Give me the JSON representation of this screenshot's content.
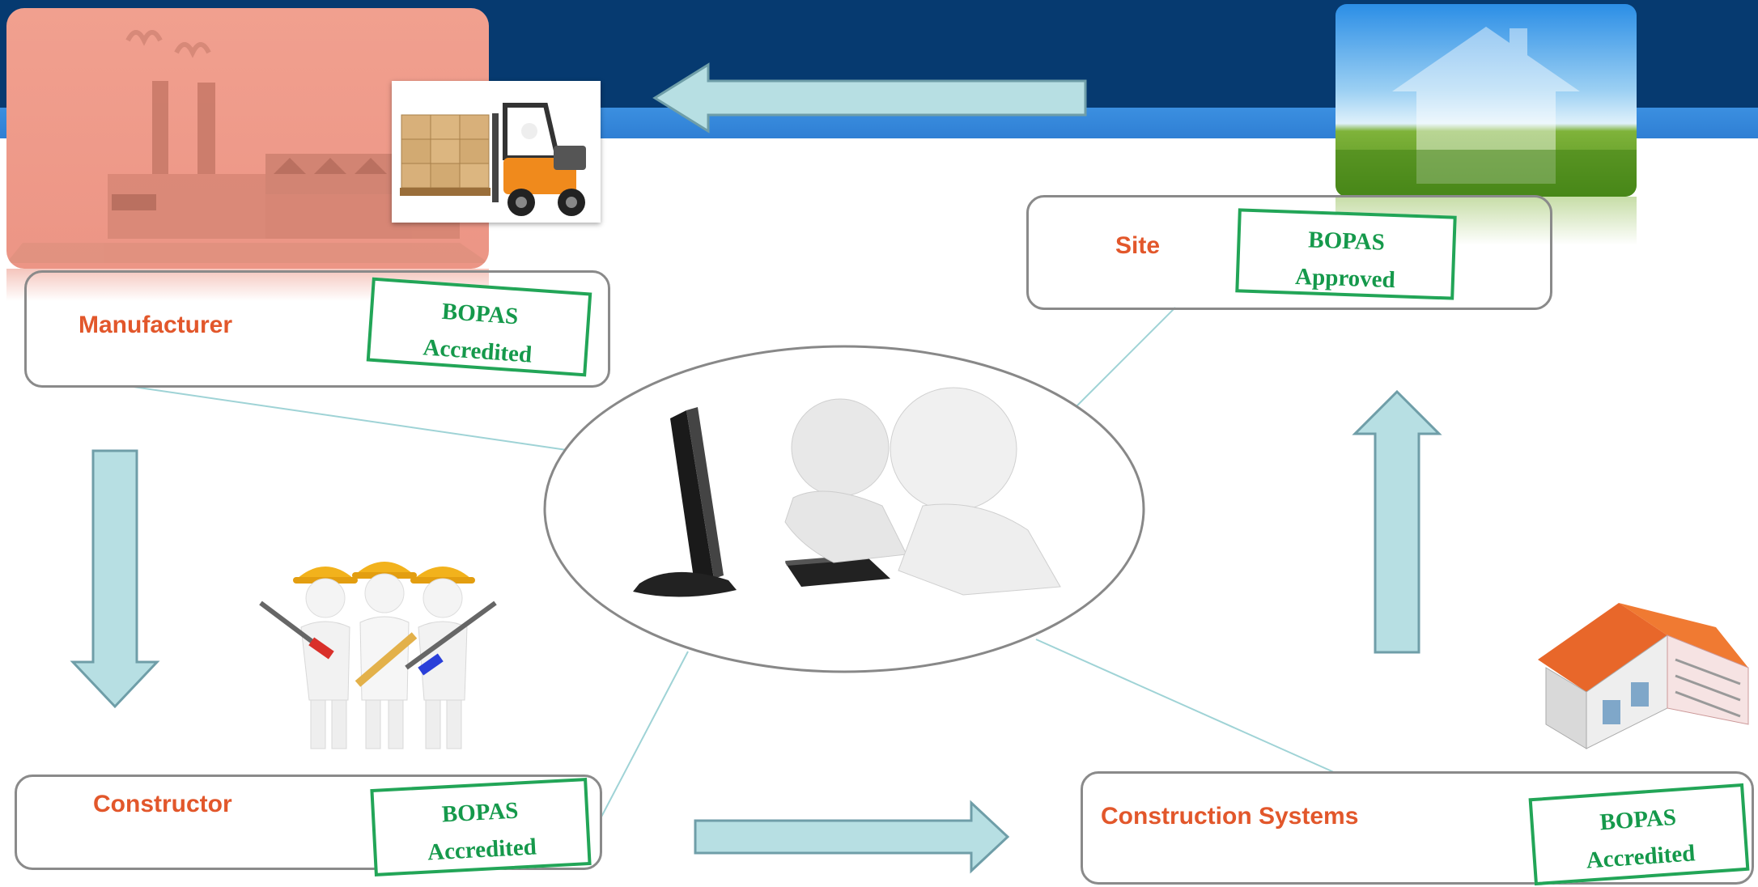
{
  "nodes": {
    "manufacturer": {
      "label": "Manufacturer",
      "stamp_line1": "BOPAS",
      "stamp_line2": "Accredited"
    },
    "site": {
      "label": "Site",
      "stamp_line1": "BOPAS",
      "stamp_line2": "Approved"
    },
    "constructor": {
      "label": "Constructor",
      "stamp_line1": "BOPAS",
      "stamp_line2": "Accredited"
    },
    "construction_systems": {
      "label": "Construction Systems",
      "stamp_line1": "BOPAS",
      "stamp_line2": "Accredited"
    }
  },
  "illustrations": {
    "factory": "factory-icon",
    "forklift": "forklift-icon",
    "house_in_field": "house-field-icon",
    "workers": "construction-workers-icon",
    "house_cutaway": "house-cutaway-icon",
    "computer_users": "computer-users-icon"
  },
  "colors": {
    "header_dark": "#063a70",
    "header_stripe": "#3b8fe0",
    "label_orange": "#e2572b",
    "stamp_green": "#22a557",
    "arrow_fill": "#b7dfe3",
    "arrow_stroke": "#6f9ea8",
    "box_border": "#8a8a8a",
    "connector": "#9fd3d6"
  }
}
